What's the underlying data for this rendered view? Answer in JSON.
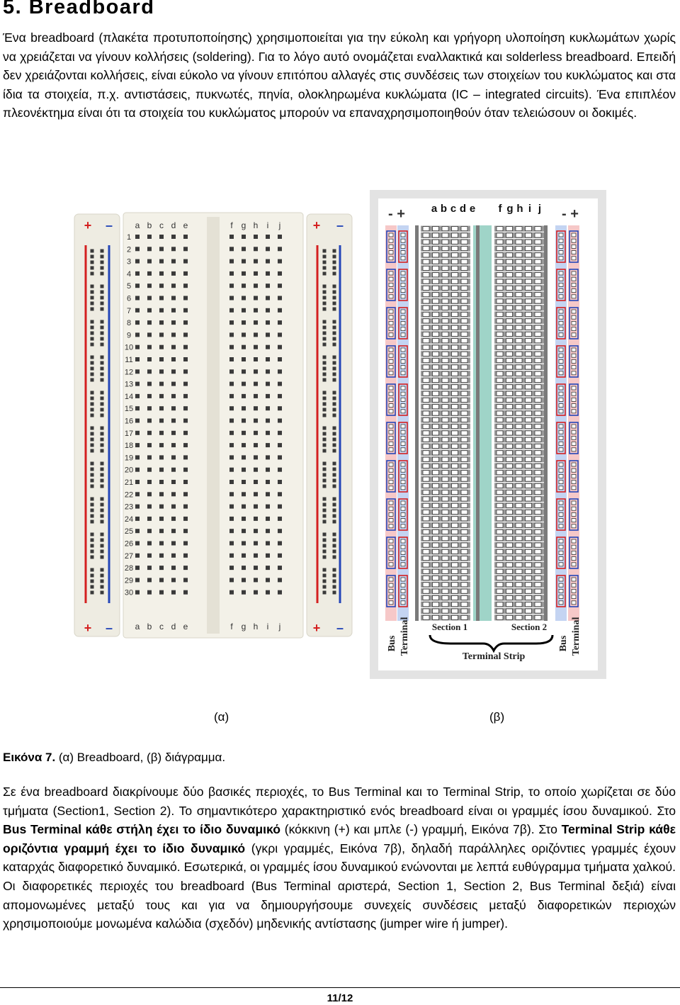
{
  "document": {
    "heading": "5. Breadboard",
    "intro_paragraph": "Ένα breadboard (πλακέτα προτυποποίησης) χρησιμοποιείται για την εύκολη και γρήγορη υλοποίηση κυκλωμάτων χωρίς να χρειάζεται να γίνουν κολλήσεις (soldering). Για το λόγο αυτό ονομάζεται εναλλακτικά και solderless breadboard. Επειδή δεν χρειάζονται κολλήσεις, είναι εύκολο να γίνουν επιτόπου αλλαγές στις συνδέσεις των στοιχείων του κυκλώματος και στα ίδια τα στοιχεία, π.χ. αντιστάσεις, πυκνωτές, πηνία, ολοκληρωμένα κυκλώματα (IC – integrated circuits). Ένα επιπλέον πλεονέκτημα είναι ότι τα στοιχεία του κυκλώματος μπορούν να επαναχρησιμοποιηθούν όταν τελειώσουν οι δοκιμές.",
    "figure_label_a": "(α)",
    "figure_label_b": "(β)",
    "caption_label": "Εικόνα 7.",
    "caption_text": " (α) Breadboard, (β) διάγραμμα.",
    "body": {
      "s1": "Σε ένα breadboard διακρίνουμε δύο βασικές περιοχές, το Bus Terminal και το Terminal Strip, το οποίο χωρίζεται σε δύο τμήματα (Section1, Section 2). Το σημαντικότερο χαρακτηριστικό ενός breadboard είναι οι γραμμές ίσου δυναμικού. Στο ",
      "b1": "Bus Terminal κάθε στήλη έχει το ίδιο δυναμικό",
      "s2": " (κόκκινη (+) και μπλε (-) γραμμή, Εικόνα 7β). Στο ",
      "b2": "Terminal Strip κάθε οριζόντια γραμμή έχει το ίδιο δυναμικό",
      "s3": " (γκρι γραμμές, Εικόνα 7β), δηλαδή παράλληλες οριζόντιες γραμμές έχουν καταρχάς διαφορετικό δυναμικό. Εσωτερικά, οι γραμμές ίσου δυναμικού ενώνονται με λεπτά ευθύγραμμα τμήματα χαλκού. Οι διαφορετικές περιοχές του breadboard (Bus Terminal αριστερά, Section 1, Section 2, Bus Terminal δεξιά) είναι απομονωμένες μεταξύ τους και για να δημιουργήσουμε συνεχείς συνδέσεις μεταξύ διαφορετικών περιοχών χρησιμοποιούμε μονωμένα καλώδια (σχεδόν) μηδενικής αντίστασης (jumper wire ή jumper)."
    },
    "page_number": "11/12"
  },
  "figure_a": {
    "plus": "+",
    "minus": "–",
    "cols_left": [
      "a",
      "b",
      "c",
      "d",
      "e"
    ],
    "cols_right": [
      "f",
      "g",
      "h",
      "i",
      "j"
    ],
    "rows": [
      "1",
      "2",
      "3",
      "4",
      "5",
      "6",
      "7",
      "8",
      "9",
      "10",
      "11",
      "12",
      "13",
      "14",
      "15",
      "16",
      "17",
      "18",
      "19",
      "20",
      "21",
      "22",
      "23",
      "24",
      "25",
      "26",
      "27",
      "28",
      "29",
      "30"
    ]
  },
  "figure_b": {
    "top_left_signs": "- +",
    "top_right_signs": "- +",
    "cols_left": [
      "a",
      "b",
      "c",
      "d",
      "e"
    ],
    "cols_right": [
      "f",
      "g",
      "h",
      "i",
      "j"
    ],
    "section1": "Section 1",
    "section2": "Section 2",
    "bus_terminal_word1": "Bus",
    "bus_terminal_word2": "Terminal",
    "terminal_strip": "Terminal Strip"
  },
  "colors": {
    "board": "#f1efe6",
    "red_line": "#d42020",
    "blue_line": "#2446b8",
    "hole": "#3a3a3a",
    "strip_gray": "#9a9a9a",
    "strip_teal": "#9fd4c8",
    "pink": "#f6c8c8",
    "light_blue": "#c4d4f2"
  }
}
